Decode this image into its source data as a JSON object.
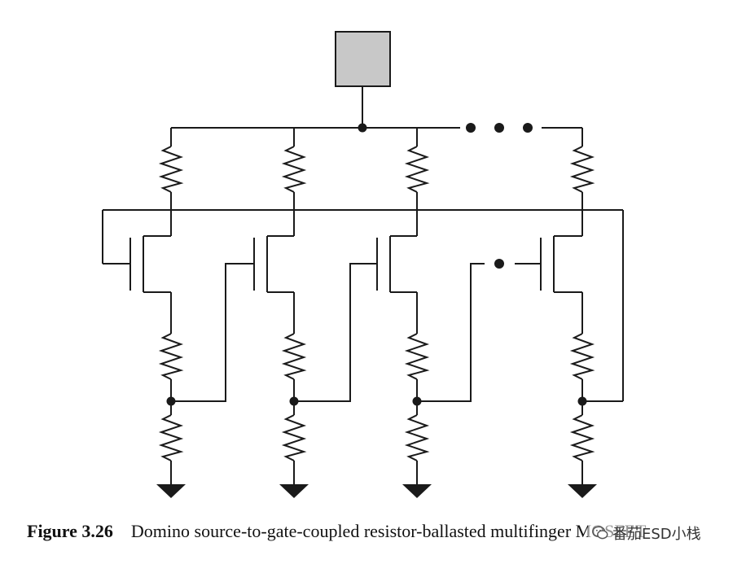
{
  "figure": {
    "label": "Figure 3.26",
    "caption": "Domino source-to-gate-coupled resistor-ballasted multifinger MOSFET"
  },
  "watermark": {
    "text": "番茄ESD小栈",
    "icon": "wechat-icon"
  },
  "colors": {
    "line": "#1a1a1a",
    "pad_fill": "#c8c8c8",
    "background": "#ffffff"
  }
}
